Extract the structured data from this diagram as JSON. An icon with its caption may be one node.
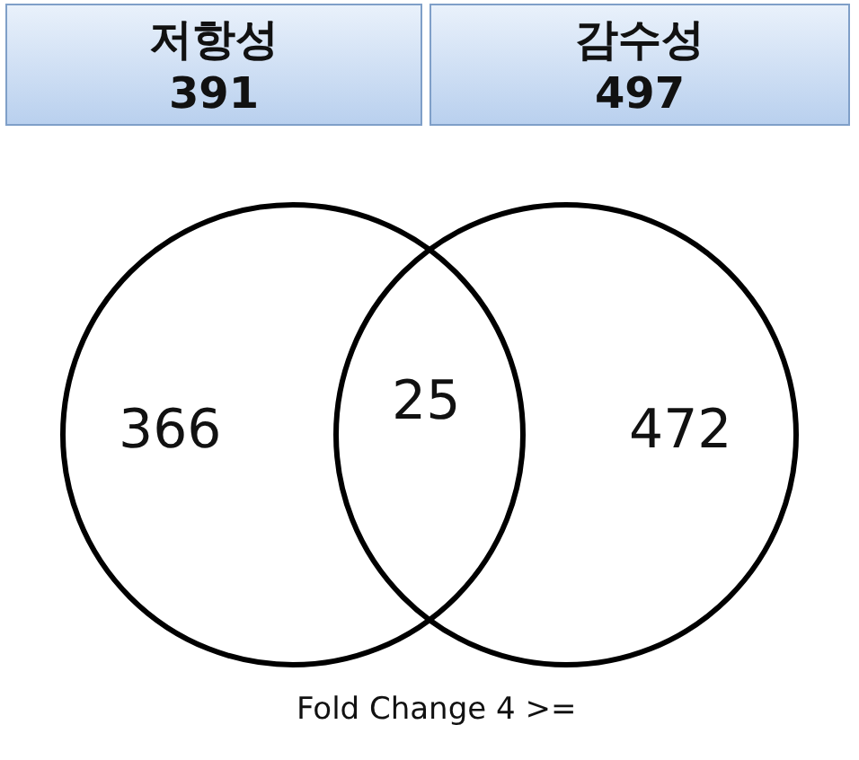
{
  "diagram": {
    "caption": "Fold Change 4 >=",
    "nodes": [
      {
        "text": [
          "저항성",
          "391"
        ]
      },
      {
        "text": [
          "감수성",
          "497"
        ]
      },
      {
        "text": [],
        "shape": "circle"
      },
      {
        "text": [],
        "shape": "circle"
      }
    ],
    "edges": [],
    "labels": [
      "366",
      "25",
      "472"
    ]
  }
}
